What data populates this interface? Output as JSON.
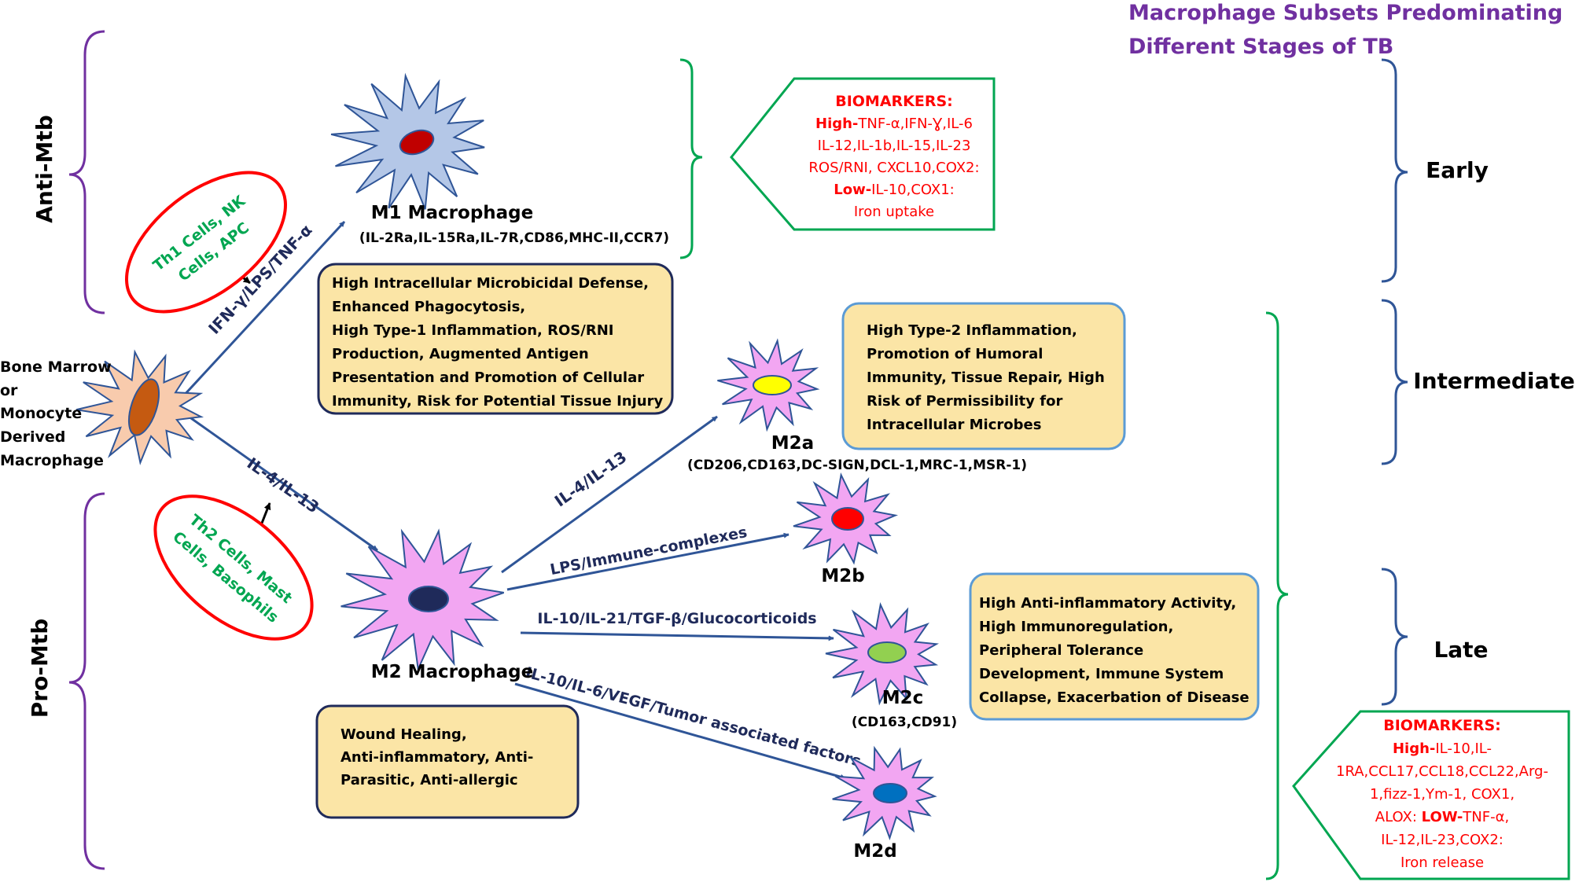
{
  "colors": {
    "purple": "#7030a0",
    "green": "#00a651",
    "blue": "#2f5597",
    "red": "#ff0000",
    "box_fill": "#fbe5a6",
    "box_edge_dark": "#1f2a5a",
    "box_edge_light": "#5b9bd5",
    "m1_fill": "#b4c7e7",
    "m2_fill": "#f2a6f2",
    "origin_fill": "#f8cbad",
    "nucleus_m1": "#c00000",
    "nucleus_origin": "#c55a11",
    "nucleus_m2": "#1f2a5a",
    "nucleus_m2a": "#ffff00",
    "nucleus_m2b": "#ff0000",
    "nucleus_m2c": "#92d050",
    "nucleus_m2d": "#0070c0"
  },
  "title": {
    "line1": "Macrophage Subsets Predominating",
    "line2": "Different Stages of TB"
  },
  "side_labels": {
    "anti": "Anti-Mtb",
    "pro": "Pro-Mtb"
  },
  "stages": {
    "early": "Early",
    "intermediate": "Intermediate",
    "late": "Late"
  },
  "origin": {
    "lines": [
      "Bone Marrow",
      "or",
      "Monocyte",
      "Derived",
      "Macrophage"
    ]
  },
  "th1_ellipse": {
    "lines": [
      "Th1 Cells, NK",
      "Cells, APC"
    ]
  },
  "th2_ellipse": {
    "lines": [
      "Th2 Cells, Mast",
      "Cells, Basophils"
    ]
  },
  "arrows": {
    "m1_stimuli": "IFN-γ/LPS/TNF-α",
    "m2_stimuli": "IL-4/IL-13",
    "m2a_stimuli": "IL-4/IL-13",
    "m2b_stimuli": "LPS/Immune-complexes",
    "m2c_stimuli": "IL-10/IL-21/TGF-β/Glucocorticoids",
    "m2d_stimuli": "IL-10/IL-6/VEGF/Tumor associated factors"
  },
  "m1": {
    "name": "M1 Macrophage",
    "markers": "(IL-2Ra,IL-15Ra,IL-7R,CD86,MHC-II,CCR7)",
    "functions": [
      "High Intracellular Microbicidal Defense,",
      "Enhanced Phagocytosis,",
      "High Type-1 Inflammation,  ROS/RNI",
      "Production,  Augmented Antigen",
      "Presentation and Promotion  of Cellular",
      "Immunity,  Risk for Potential  Tissue Injury"
    ]
  },
  "m1_biomarkers": {
    "title": "BIOMARKERS:",
    "line1_label": "High-",
    "line1_text": "TNF-α,IFN-Ɣ,IL-6",
    "line2": "IL-12,IL-1b,IL-15,IL-23",
    "line3": "ROS/RNI, CXCL10,COX2:",
    "line4_label": "Low-",
    "line4_text": "IL-10,COX1:",
    "line5": "Iron uptake"
  },
  "m2": {
    "name": "M2 Macrophage",
    "functions": [
      "Wound Healing,",
      "Anti-inflammatory,  Anti-",
      "Parasitic, Anti-allergic"
    ]
  },
  "m2a": {
    "name": "M2a",
    "markers": "(CD206,CD163,DC-SIGN,DCL-1,MRC-1,MSR-1)",
    "functions": [
      "High Type-2 Inflammation,",
      "Promotion  of Humoral",
      "Immunity, Tissue Repair, High",
      "Risk of Permissibility  for",
      "Intracellular Microbes"
    ]
  },
  "m2b": {
    "name": "M2b"
  },
  "m2c": {
    "name": "M2c",
    "markers": "(CD163,CD91)",
    "functions": [
      "High Anti-inflammatory  Activity,",
      "High Immunoregulation,",
      "Peripheral Tolerance",
      "Development,  Immune System",
      "Collapse,  Exacerbation of Disease"
    ]
  },
  "m2d": {
    "name": "M2d"
  },
  "m2_biomarkers": {
    "title": "BIOMARKERS:",
    "line1_label": "High-",
    "line1_text": "IL-10,IL-",
    "line2": "1RA,CCL17,CCL18,CCL22,Arg-",
    "line3": "1,fizz-1,Ym-1, COX1,",
    "line4_pre": "ALOX: ",
    "line4_label": "LOW-",
    "line4_text": "TNF-α,",
    "line5": "IL-12,IL-23,COX2:",
    "line6": "Iron release"
  }
}
